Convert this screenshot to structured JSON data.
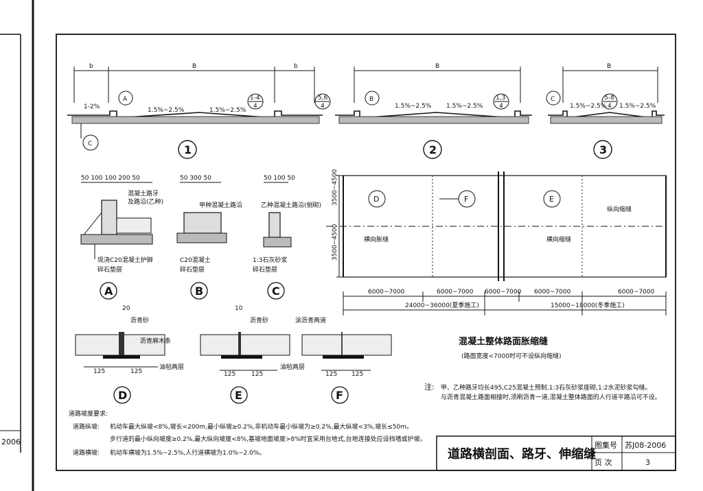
{
  "section_labels": {
    "b": "b",
    "B": "B"
  },
  "sections": [
    {
      "number": "1",
      "left_slope": "1-2%",
      "mid_slope": "1.5%~2.5%",
      "right_slope": "1.5%~2.5%",
      "callout_A": "A",
      "callout_C": "C",
      "ref_1_4": "1-4",
      "ref_1_4_den": "4",
      "ref_5_6": "5,6",
      "ref_5_6_den": "4"
    },
    {
      "number": "2",
      "left_slope": "1.5%~2.5%",
      "right_slope": "1.5%~2.5%",
      "callout_B": "B",
      "ref_1_3": "1,3",
      "ref_1_3_den": "4"
    },
    {
      "number": "3",
      "left_slope": "1.5%~2.5%",
      "right_slope": "1.5%~2.5%",
      "callout_C": "C",
      "ref_5_8": "5-8",
      "ref_5_8_den": "4"
    }
  ],
  "details": {
    "A": {
      "dims_top": "50 100 100   200   50",
      "label_top": "混凝土路牙",
      "label_top2": "及路沿(乙种)",
      "label_bottom1": "现浇C20混凝土护脚",
      "label_bottom2": "碎石垫层",
      "letter": "A"
    },
    "B": {
      "dims_top": "50   300   50",
      "label_top": "甲种混凝土路沿",
      "label_bottom1": "C20混凝土",
      "label_bottom2": "碎石垫层",
      "letter": "B"
    },
    "C": {
      "dims_top": "50 100 50",
      "label_top": "乙种混凝土路沿(侧砌)",
      "label_bottom1": "1:3石灰砂浆",
      "label_bottom2": "碎石垫层",
      "letter": "C"
    }
  },
  "joints": {
    "D": {
      "top_label": "沥青砂",
      "mid_label": "沥青麻木条",
      "bottom_label": "油毡两层",
      "dim_top": "20",
      "dim1": "125",
      "dim2": "125",
      "letter": "D"
    },
    "E": {
      "top_label": "沥青砂",
      "dim_top": "10",
      "dim1": "125",
      "dim2": "125",
      "letter": "E"
    },
    "F": {
      "top_label": "涂沥青两道",
      "bottom_label": "油毡两层",
      "dim1": "125",
      "dim2": "125",
      "letter": "F"
    }
  },
  "plan": {
    "left_dim_top": "3500~4500",
    "left_dim_bottom": "3500~4500",
    "label_expansion": "横向胀缝",
    "label_contraction": "横向缩缝",
    "label_longitudinal": "纵向缩缝",
    "callout_D": "D",
    "callout_F": "F",
    "callout_E": "E",
    "dim_a": "6000~7000",
    "dim_b": "6000~7000",
    "dim_c": "6000~7000",
    "dim_d": "6000~7000",
    "dim_e": "6000~7000",
    "total_summer": "24000~36000(夏季施工)",
    "total_winter": "15000~18000(冬季施工)",
    "title": "混凝土整体路面胀缩缝",
    "subtitle": "(路面宽度<7000时可不设纵向缩缝)"
  },
  "notes": {
    "prefix": "注:",
    "line1": "甲、乙种路牙均长495,C25混凝土预制,1:3石灰砂浆座砌,1:2水泥砂浆勾缝。",
    "line2": "与沥青混凝土路面相接时,须刷沥青一道,混凝土整体路面的人行道平路沿可不设。"
  },
  "slope_requirements": {
    "heading": "道路坡度要求:",
    "long_label": "道路纵坡:",
    "long_text": "机动车最大纵坡<8%,坡长<200m,最小纵坡≥0.2%,非机动车最小纵坡为≥0.2%,最大纵坡<3%,坡长≤50m。",
    "long_text2": "步行道的最小纵向坡度≥0.2%,最大纵向坡度<8%,基坡地面坡度>8%时宜采用台地式,台地连接处应设挡墙或护坡。",
    "cross_label": "道路横坡:",
    "cross_text": "机动车横坡为1.5%~2.5%,人行道横坡为1.0%~2.0%。"
  },
  "title_block": {
    "drawing_title": "道路横剖面、路牙、伸缩缝",
    "atlas_label": "图集号",
    "atlas_no": "苏J08-2006",
    "page_label": "页 次",
    "page_no": "3"
  },
  "side_stamp": "2006"
}
